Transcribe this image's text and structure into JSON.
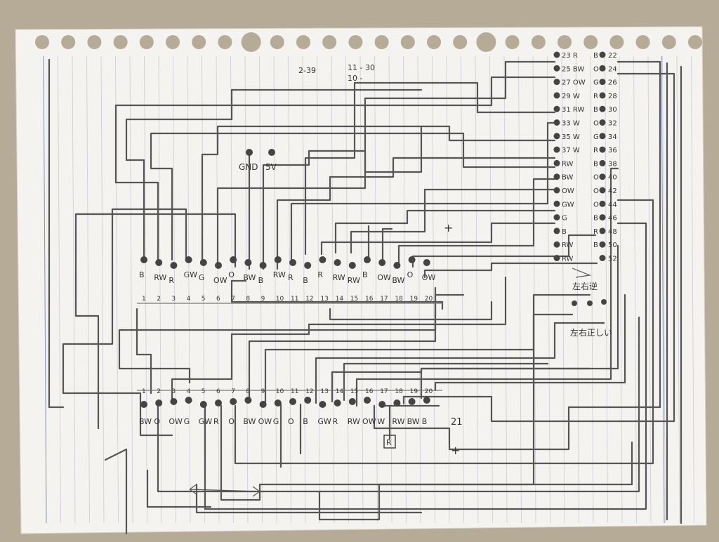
{
  "header_notes": [
    "2-39",
    "11 - 30",
    "10 -"
  ],
  "top_connector": {
    "labels": [
      "B",
      "RW",
      "R",
      "GW",
      "G",
      "OW",
      "O",
      "BW",
      "B",
      "RW",
      "R",
      "B",
      "R",
      "RW",
      "RW",
      "B",
      "OW",
      "BW",
      "O",
      "OW"
    ],
    "numbers": [
      "1",
      "2",
      "3",
      "4",
      "5",
      "6",
      "7",
      "8",
      "9",
      "10",
      "11",
      "12",
      "13",
      "14",
      "15",
      "16",
      "17",
      "18",
      "19",
      "20"
    ]
  },
  "bottom_connector": {
    "labels": [
      "BW",
      "O",
      "OW",
      "G",
      "GW",
      "R",
      "O",
      "BW",
      "OW",
      "G",
      "O",
      "B",
      "GW",
      "R",
      "RW",
      "OW",
      "W",
      "RW",
      "BW",
      "B"
    ],
    "numbers": [
      "1",
      "2",
      "3",
      "4",
      "5",
      "6",
      "7",
      "8",
      "9",
      "10",
      "11",
      "12",
      "13",
      "14",
      "15",
      "16",
      "17",
      "18",
      "19",
      "20"
    ],
    "end_label": "21"
  },
  "power_labels": {
    "gnd": "GND",
    "v5": "5V"
  },
  "plus_marks": [
    "+",
    "+"
  ],
  "resistor_label": "R",
  "right_header": {
    "left_labels": [
      "23 R",
      "25 BW",
      "27 OW",
      "29 W",
      "31 RW",
      "33 W",
      "35 W",
      "37 W",
      "RW",
      "BW",
      "OW",
      "GW",
      "G",
      "B",
      "RW",
      "RW"
    ],
    "mid_labels": [
      "B",
      "O",
      "G",
      "R",
      "B",
      "O",
      "G",
      "R",
      "B",
      "O",
      "O",
      "O",
      "B",
      "R",
      "B",
      ""
    ],
    "right_labels": [
      "22",
      "24",
      "26",
      "28",
      "30",
      "32",
      "34",
      "36",
      "38",
      "40",
      "42",
      "44",
      "46",
      "48",
      "50",
      "52"
    ]
  },
  "jp_notes": {
    "top": "左右逆",
    "bottom": "左右正しい"
  }
}
